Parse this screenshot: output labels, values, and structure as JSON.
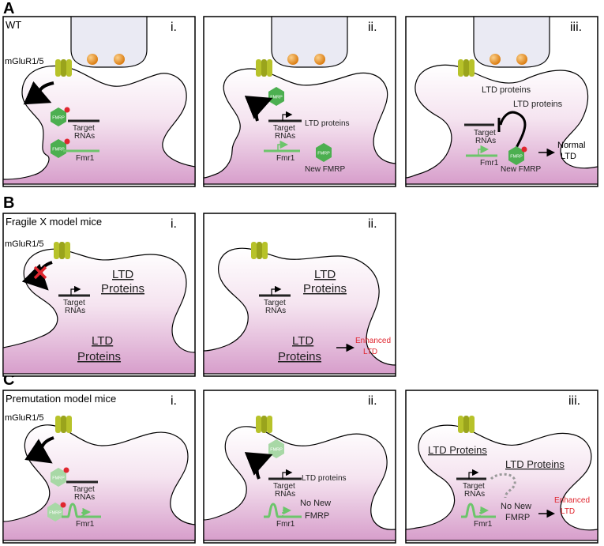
{
  "section_labels": [
    "A",
    "B",
    "C"
  ],
  "roman": {
    "i": "i.",
    "ii": "ii.",
    "iii": "iii."
  },
  "panel_titles": {
    "A": "WT",
    "B": "Fragile X model mice",
    "C": "Premutation model mice"
  },
  "receptor": "mGluR1/5",
  "fmrp": "FMRP",
  "target_rnas": [
    "Target",
    "RNAs"
  ],
  "fmr1": "Fmr1",
  "ltd_proteins": "LTD proteins",
  "ltd_proteins_caps": "LTD Proteins",
  "ltd_stack": [
    "LTD",
    "Proteins"
  ],
  "new_fmrp": "New FMRP",
  "new_fmrp_stack": [
    "New",
    "FMRP"
  ],
  "no_new_fmrp": [
    "No New",
    "FMRP"
  ],
  "normal_ltd": [
    "Normal",
    "LTD"
  ],
  "enhanced_ltd": [
    "Enhanced",
    "LTD"
  ],
  "colors": {
    "membrane_fill_top": "#ffffff",
    "membrane_fill_bottom": "#d79ecb",
    "receptor": "#b7c22a",
    "receptor_dark": "#8c9416",
    "fmrp": "#4caf50",
    "fmrp_light": "#a8d8a6",
    "fmr1_line": "#6cc56b",
    "red_dot": "#e0262f",
    "vesicle": "#e58a14",
    "enhanced_text": "#e0262f",
    "presynaptic": "#eaeaf3",
    "dashed_gray": "#9a9a9a"
  },
  "icons": [
    "receptor-icon",
    "vesicle-icon",
    "fmrp-icon",
    "red-dot-icon",
    "curved-arrow-icon",
    "red-x-icon",
    "inhibition-icon",
    "arrow-icon",
    "dashed-curve-icon"
  ]
}
